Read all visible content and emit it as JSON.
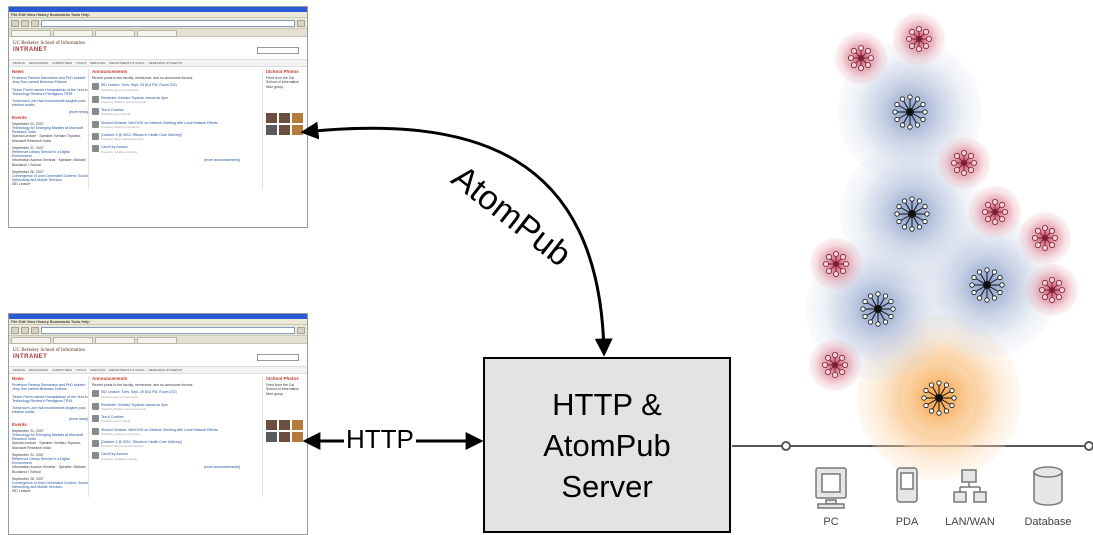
{
  "browser": {
    "menu": "File Edit View History Bookmarks Tools Help",
    "logo_school": "UC Berkeley School of Information",
    "logo_site": "INTRANET",
    "nav": [
      "PEOPLE",
      "RESOURCES",
      "COMMITTEES",
      "TOOLS",
      "SERVICES",
      "DEPARTMENTS & STAFF",
      "RESEARCH STUDENTS"
    ],
    "news_title": "News",
    "news_items": [
      "Professor Pamela Samuelson and PhD student Jerry Doe named Berkman Fellows",
      "Tiezen Parrin named Humanitarian of the Year in Technology Review's Prestigious TR35",
      "Tomorrow's Joe Hall recommends tougher post-election audits"
    ],
    "news_more": "[more news]",
    "events_title": "Events",
    "events": [
      {
        "date": "September 21, 2007",
        "title": "Technology for Emerging Markets at Microsoft Research India",
        "sub": "Special Lecture · Speaker: Kentaro Toyama, Microsoft Research India"
      },
      {
        "date": "September 21, 2007",
        "title": "Reference Library Service in a Digital Environment",
        "sub": "Information Access Seminar · Speaker: Michael Buckland, I School"
      },
      {
        "date": "September 26, 2007",
        "title": "Convergence of User-Generated Content, Social Networking and Mobile Services",
        "sub": "ISD Lecture"
      }
    ],
    "ann_title": "Announcements",
    "ann_intro": "Recent posts to the faculty, nembunce, and no-announce forums:",
    "announcements": [
      {
        "title": "ISD Lecture: Tues. Sept. 25 (5-6 PM, Room 202)",
        "sub": "Posted by alumni in announce"
      },
      {
        "title": "Reminder: Kentaro Toyama, tomorrow 3pm",
        "sub": "Posted by Rafael in announcements"
      },
      {
        "title": "Tea & Cookies",
        "sub": "Posted by ann in faculty"
      },
      {
        "title": "iSchool Seminar: Wed 9/26 on Network Seeding with Local Network Effects",
        "sub": "Posted by nboerig in announce"
      },
      {
        "title": "[October 3 @ ISSC: Rituals in Health Care Delivery]",
        "sub": "Posted by Meg in announcements"
      },
      {
        "title": "Card Key Access",
        "sub": "Posted by Jonathan in faculty"
      }
    ],
    "ann_more": "[more announcements]",
    "photos_title": "iSchool Photos",
    "photos_intro": "Feed from the Cal School of Information flickr group"
  },
  "labels": {
    "atompub": "AtomPub",
    "http": "HTTP",
    "server_lines": [
      "HTTP &",
      "AtomPub",
      "Server"
    ]
  },
  "devices": [
    "PC",
    "PDA",
    "LAN/WAN",
    "Database"
  ],
  "colors": {
    "server_fill": "#e3e3e3",
    "node_blue": "#5a78b0",
    "node_red": "#c0405a",
    "node_orange": "#f08a20",
    "line": "#555555"
  }
}
